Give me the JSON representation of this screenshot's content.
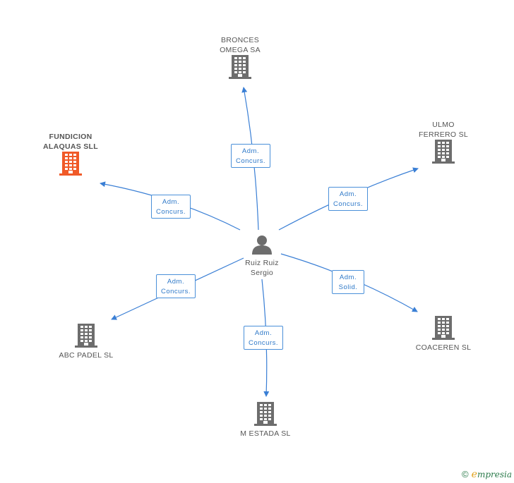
{
  "center": {
    "name_line1": "Ruiz Ruiz",
    "name_line2": "Sergio"
  },
  "companies": [
    {
      "id": "bronces",
      "line1": "BRONCES",
      "line2": "OMEGA SA",
      "color": "#6d6d6d"
    },
    {
      "id": "ulmo",
      "line1": "ULMO",
      "line2": "FERRERO SL",
      "color": "#6d6d6d"
    },
    {
      "id": "fundicion",
      "line1": "FUNDICION",
      "line2": "ALAQUAS SLL",
      "color": "#f05a28"
    },
    {
      "id": "abc",
      "line1": "ABC PADEL SL",
      "line2": "",
      "color": "#6d6d6d"
    },
    {
      "id": "coaceren",
      "line1": "COACEREN SL",
      "line2": "",
      "color": "#6d6d6d"
    },
    {
      "id": "mestada",
      "line1": "M ESTADA SL",
      "line2": "",
      "color": "#6d6d6d"
    }
  ],
  "roles": [
    {
      "line1": "Adm.",
      "line2": "Concurs."
    },
    {
      "line1": "Adm.",
      "line2": "Concurs."
    },
    {
      "line1": "Adm.",
      "line2": "Concurs."
    },
    {
      "line1": "Adm.",
      "line2": "Concurs."
    },
    {
      "line1": "Adm.",
      "line2": "Solid."
    },
    {
      "line1": "Adm.",
      "line2": "Concurs."
    }
  ],
  "colors": {
    "edge": "#3a7fd5",
    "person": "#6d6d6d"
  },
  "brand": {
    "symbol": "©",
    "initial": "e",
    "rest": "mpresia"
  }
}
